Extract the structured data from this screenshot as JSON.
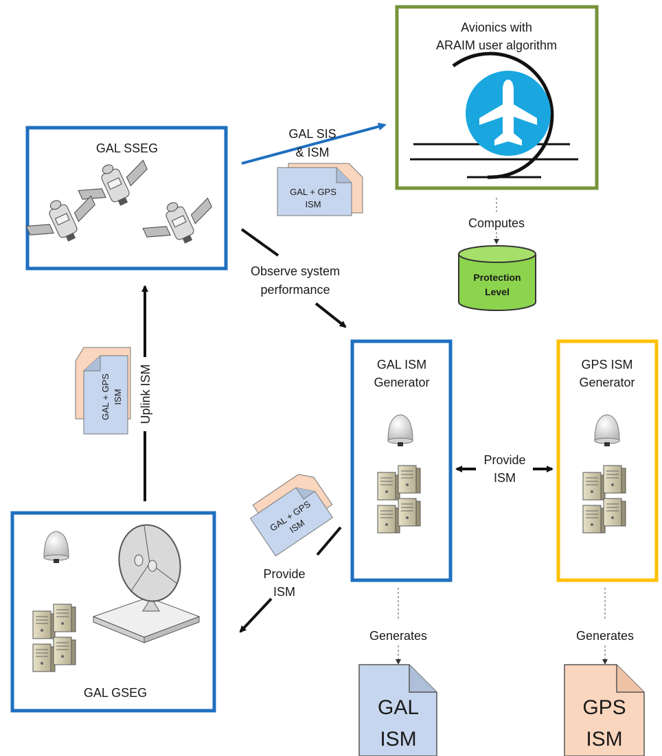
{
  "colors": {
    "gal_blue": "#1f6fbf",
    "gps_yellow": "#ffc000",
    "avionics_green": "#77933c",
    "doc_blue": "#c6d6ee",
    "doc_orange": "#f9d6bd",
    "plane_blue": "#1aa7e0",
    "cylinder_green": "#8cd34e",
    "arrow_blue": "#1f6fbf"
  },
  "boxes": {
    "avionics": {
      "title_line1": "Avionics with",
      "title_line2": "ARAIM user algorithm",
      "icon": "airplane-icon"
    },
    "gal_sseg": {
      "title": "GAL SSEG",
      "icon": "satellite-icon"
    },
    "gal_ism_generator": {
      "title_line1": "GAL ISM",
      "title_line2": "Generator",
      "icons": [
        "antenna-icon",
        "server-icon"
      ]
    },
    "gps_ism_generator": {
      "title_line1": "GPS ISM",
      "title_line2": "Generator",
      "icons": [
        "antenna-icon",
        "server-icon"
      ]
    },
    "gal_gseg": {
      "title": "GAL GSEG",
      "icons": [
        "antenna-icon",
        "dish-icon",
        "server-icon"
      ]
    }
  },
  "protection_level": {
    "line1": "Protection",
    "line2": "Level"
  },
  "edges": {
    "gal_sis": {
      "line1": "GAL SIS",
      "line2": "& ISM"
    },
    "computes": "Computes",
    "observe": {
      "line1": "Observe system",
      "line2": "performance"
    },
    "uplink": "Uplink ISM",
    "provide_center": {
      "line1": "Provide",
      "line2": "ISM"
    },
    "provide_left": {
      "line1": "Provide",
      "line2": "ISM"
    },
    "generates_gal": "Generates",
    "generates_gps": "Generates"
  },
  "documents": {
    "combined_top": {
      "line1": "GAL + GPS",
      "line2": "ISM"
    },
    "combined_left": {
      "line1": "GAL + GPS",
      "line2": "ISM"
    },
    "combined_bottom": {
      "line1": "GAL + GPS",
      "line2": "ISM"
    },
    "gal_ism": {
      "line1": "GAL",
      "line2": "ISM"
    },
    "gps_ism": {
      "line1": "GPS",
      "line2": "ISM"
    }
  }
}
